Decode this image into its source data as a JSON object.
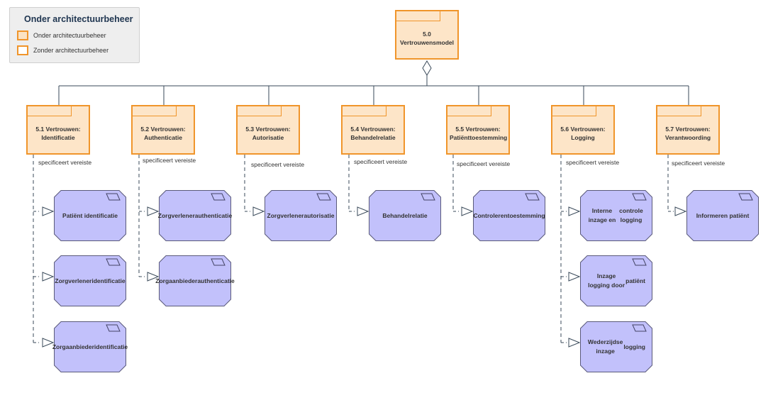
{
  "legend": {
    "title": "Onder architectuurbeheer",
    "items": [
      {
        "label": "Onder architectuurbeheer",
        "style": "filled"
      },
      {
        "label": "Zonder architectuurbeheer",
        "style": "empty"
      }
    ]
  },
  "colors": {
    "package_fill": "#fde5c8",
    "package_border": "#f0952b",
    "requirement_fill": "#c2c1fb",
    "requirement_border": "#5a5a7a",
    "line": "#3a4a5a"
  },
  "root": {
    "label": "5.0 Vertrouwensmodel"
  },
  "connector_label": "specificeert vereiste",
  "packages": [
    {
      "label_line1": "5.1 Vertrouwen:",
      "label_line2": "Identificatie",
      "requirements": [
        {
          "line1": "Patiënt identificatie",
          "line2": ""
        },
        {
          "line1": "Zorgverlener",
          "line2": "identificatie"
        },
        {
          "line1": "Zorgaanbieder",
          "line2": "identificatie"
        }
      ]
    },
    {
      "label_line1": "5.2 Vertrouwen:",
      "label_line2": "Authenticatie",
      "requirements": [
        {
          "line1": "Zorgverlener",
          "line2": "authenticatie"
        },
        {
          "line1": "Zorgaanbieder",
          "line2": "authenticatie"
        }
      ]
    },
    {
      "label_line1": "5.3 Vertrouwen:",
      "label_line2": "Autorisatie",
      "requirements": [
        {
          "line1": "Zorgverlener",
          "line2": "autorisatie"
        }
      ]
    },
    {
      "label_line1": "5.4 Vertrouwen:",
      "label_line2": "Behandelrelatie",
      "requirements": [
        {
          "line1": "Behandelrelatie",
          "line2": ""
        }
      ]
    },
    {
      "label_line1": "5.5 Vertrouwen:",
      "label_line2": "Patiënttoestemming",
      "requirements": [
        {
          "line1": "Controleren",
          "line2": "toestemming"
        }
      ]
    },
    {
      "label_line1": "5.6 Vertrouwen:",
      "label_line2": "Logging",
      "requirements": [
        {
          "line1": "Interne inzage en",
          "line2": "controle logging"
        },
        {
          "line1": "Inzage logging door",
          "line2": "patiënt"
        },
        {
          "line1": "Wederzijdse inzage",
          "line2": "logging"
        }
      ]
    },
    {
      "label_line1": "5.7 Vertrouwen:",
      "label_line2": "Verantwoording",
      "requirements": [
        {
          "line1": "Informeren patiënt",
          "line2": ""
        }
      ]
    }
  ]
}
